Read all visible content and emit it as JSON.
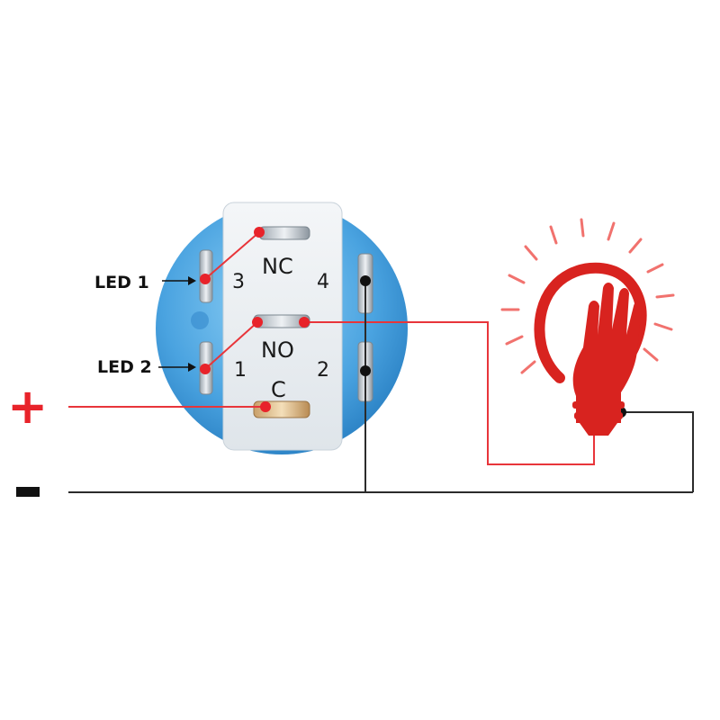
{
  "labels": {
    "led1": "LED  1",
    "led2": "LED 2",
    "plus": "+",
    "minus": "-"
  },
  "switch": {
    "terminals": {
      "nc": "NC",
      "no": "NO",
      "c": "C"
    },
    "pins": {
      "p1": "1",
      "p2": "2",
      "p3": "3",
      "p4": "4"
    }
  },
  "icons": {
    "switch": "push-button-switch-back-icon",
    "lamp": "light-bulb-with-hand-icon"
  },
  "colors": {
    "wire_positive": "#e8353a",
    "wire_negative": "#2b2b2b",
    "switch_body": "#4aa3e0",
    "lamp": "#d8231f",
    "dot_red": "#e8232a"
  }
}
